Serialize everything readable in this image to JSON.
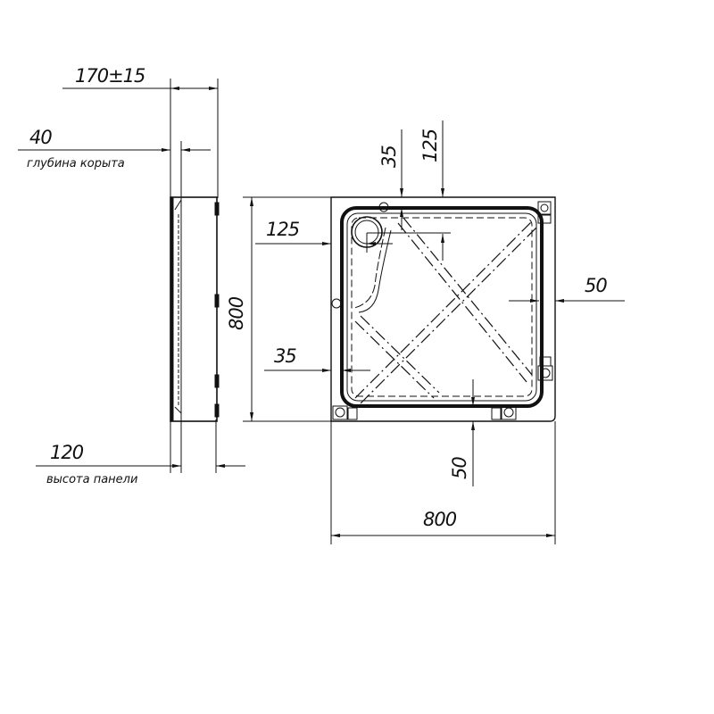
{
  "drawing": {
    "title": "Shower tray dimensional drawing",
    "colors": {
      "line": "#111111",
      "background": "#ffffff"
    },
    "side_view": {
      "dim_total_height": "170±15",
      "dim_tray_depth": "40",
      "dim_tray_depth_label": "глубина корыта",
      "dim_panel_height": "120",
      "dim_panel_height_label": "высота панели"
    },
    "plan_view": {
      "dim_height": "800",
      "dim_width": "800",
      "dim_drain_left": "125",
      "dim_drain_top": "125",
      "dim_rim_top": "35",
      "dim_rim_left": "35",
      "dim_frame_right": "50",
      "dim_frame_bottom": "50"
    }
  }
}
